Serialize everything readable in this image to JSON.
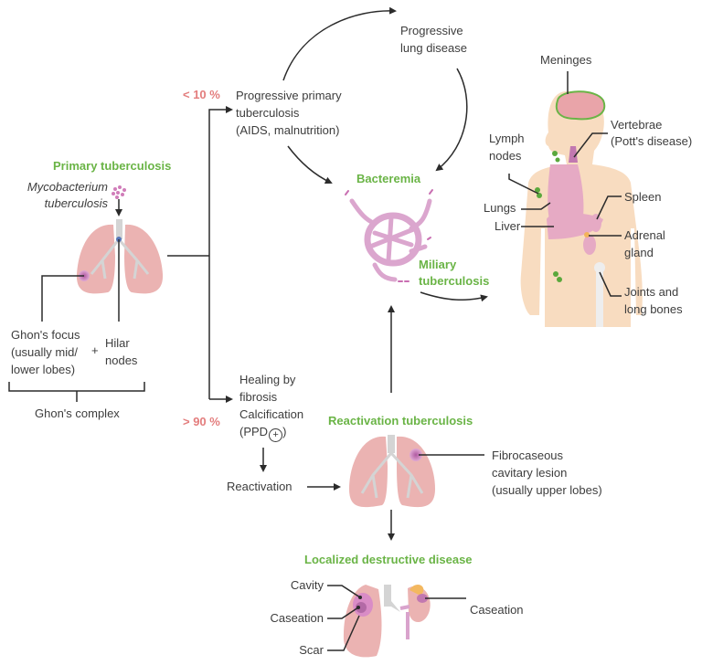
{
  "colors": {
    "heading_green": "#6ab446",
    "percent_red": "#e37d7d",
    "lung_pink": "#ebb3b2",
    "airway_gray": "#d4d4d4",
    "lesion_purple": "#c278b0",
    "bacteria_pink": "#d9a3cc",
    "skin": "#f8dcc0",
    "lymph_green": "#5aa83c",
    "arrow": "#2b2b2b"
  },
  "primary": {
    "title": "Primary tuberculosis",
    "organism_line1": "Mycobacterium",
    "organism_line2": "tuberculosis",
    "ghon_focus_line1": "Ghon's focus",
    "ghon_focus_line2": "(usually mid/",
    "ghon_focus_line3": "lower lobes)",
    "plus": "+",
    "hilar_line1": "Hilar",
    "hilar_line2": "nodes",
    "complex": "Ghon's complex"
  },
  "branches": {
    "low_pct": "< 10 %",
    "high_pct": "> 90 %",
    "progressive_line1": "Progressive primary",
    "progressive_line2": "tuberculosis",
    "progressive_line3": "(AIDS, malnutrition)",
    "lung_disease_line1": "Progressive",
    "lung_disease_line2": "lung disease",
    "healing_line1": "Healing by",
    "healing_line2": "fibrosis",
    "healing_line3": "Calcification",
    "healing_line4": "(PPD",
    "healing_plus_symbol": "+",
    "healing_line4_end": ")",
    "reactivation": "Reactivation"
  },
  "bacteremia": {
    "title": "Bacteremia",
    "miliary_line1": "Miliary",
    "miliary_line2": "tuberculosis"
  },
  "body_sites": {
    "meninges": "Meninges",
    "vertebrae_line1": "Vertebrae",
    "vertebrae_line2": "(Pott's disease)",
    "lymph_line1": "Lymph",
    "lymph_line2": "nodes",
    "lungs": "Lungs",
    "liver": "Liver",
    "spleen": "Spleen",
    "adrenal_line1": "Adrenal",
    "adrenal_line2": "gland",
    "joints_line1": "Joints and",
    "joints_line2": "long bones"
  },
  "reactivation_tb": {
    "title": "Reactivation tuberculosis",
    "lesion_line1": "Fibrocaseous",
    "lesion_line2": "cavitary lesion",
    "lesion_line3": "(usually upper lobes)"
  },
  "localized": {
    "title": "Localized destructive disease",
    "cavity": "Cavity",
    "caseation_lung": "Caseation",
    "scar": "Scar",
    "caseation_kidney": "Caseation"
  }
}
